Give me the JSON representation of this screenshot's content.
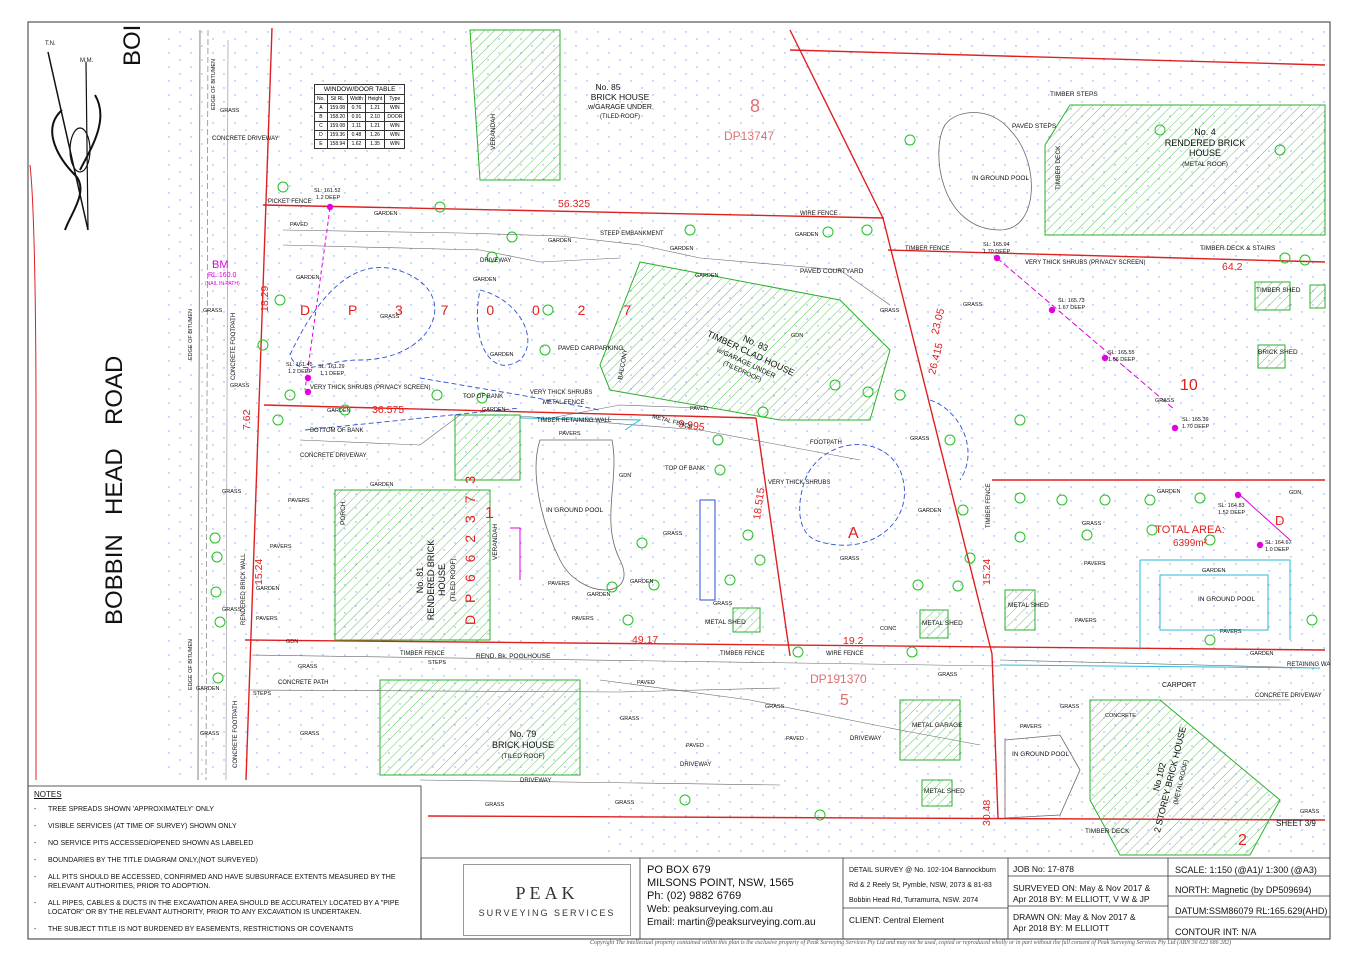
{
  "road": {
    "name_1": "BOBBIN",
    "name_2": "HEAD",
    "name_3": "ROAD",
    "edge_label": "EDGE OF BITUMEN",
    "top_label": "BOI"
  },
  "north": {
    "tn": "T.N.",
    "mn": "M.M."
  },
  "bm": {
    "label": "BM",
    "rl": "RL:160.0",
    "note": "(NAIL IN PATH)"
  },
  "lots": {
    "dp_main": "D P 3 7 0 0 2 7",
    "lot8": "8",
    "dp_lot8": "DP13747",
    "lot10": "10",
    "lot5": "5",
    "dp_lot5": "DP191370",
    "lot1": "1",
    "dp_lot1": "D P 6 6 2 3 7 3",
    "lotA": "A",
    "lotD": "D",
    "lot2": "2"
  },
  "boundary_dims": [
    "56.325",
    "18.29",
    "36.575",
    "7.62",
    "9.995",
    "18.515",
    "15.24",
    "49.17",
    "19.2",
    "26.415",
    "23.05",
    "64.2",
    "15.24",
    "30.48"
  ],
  "buildings": {
    "no85": [
      "No. 85",
      "BRICK HOUSE",
      "w/GARAGE UNDER",
      "(TILED ROOF)"
    ],
    "no83": [
      "No. 83",
      "TIMBER CLAD HOUSE",
      "w/GARAGE UNDER",
      "(TILEDROOF)"
    ],
    "no4": [
      "No. 4",
      "RENDERED BRICK",
      "HOUSE",
      "(METAL ROOF)"
    ],
    "no81": [
      "No. 81",
      "RENDERED BRICK",
      "HOUSE",
      "(TILED ROOF)"
    ],
    "no79": [
      "No. 79",
      "BRICK HOUSE",
      "(TILED ROOF)"
    ],
    "no102": [
      "No 102",
      "2 STOREY BRICK HOUSE",
      "(METAL ROOF)"
    ]
  },
  "features": {
    "pool1": "IN GROUND POOL",
    "pool2": "IN GROUND POOL",
    "pool3": "IN GROUND POOL",
    "pool4": "IN GROUND POOL",
    "timber_shed": "TIMBER SHED",
    "brick_shed": "BRICK SHED",
    "metal_shed": "METAL SHED",
    "metal_garage": "METAL GARAGE",
    "carport": "CARPORT",
    "poolhouse": "REND. Bk. POOLHOUSE",
    "timber_steps": "TIMBER STEPS",
    "paved_steps": "PAVED STEPS",
    "timber_deck": "TIMBER DECK",
    "timber_deck_stairs": "TIMBER DECK & STAIRS",
    "paved_courtyard": "PAVED COURTYARD",
    "paved_carparking": "PAVED CARPARKING",
    "porch": "PORCH",
    "verandah": "VERANDAH",
    "balcony": "BALCONY"
  },
  "fences": {
    "picket": "PICKET FENCE",
    "wire": "WIRE FENCE",
    "timber": "TIMBER FENCE",
    "metal": "METAL FENCE",
    "timber_retaining": "TIMBER RETAINING WALL",
    "rendered_brick_wall": "RENDERED BRICK WALL",
    "shrubs_privacy": "VERY THICK SHRUBS (PRIVACY SCREEN)",
    "very_thick_shrubs": "VERY THICK SHRUBS",
    "steep_embankment": "STEEP EMBANKMENT",
    "top_of_bank": "TOP OF BANK",
    "bottom_of_bank": "BOTTOM OF BANK",
    "concrete_driveway": "CONCRETE DRIVEWAY",
    "driveway": "DRIVEWAY",
    "concrete_path": "CONCRETE PATH",
    "concrete_footpath": "CONCRETE FOOTPATH",
    "footpath": "FOOTPATH",
    "retaining_wall": "RETAINING WA"
  },
  "surface_labels": {
    "grass": "GRASS",
    "garden": "GARDEN",
    "paved": "PAVED",
    "pavers": "PAVERS",
    "gdn": "GDN",
    "steps": "STEPS",
    "concrete": "CONCRETE",
    "conc": "CONC"
  },
  "pits": [
    {
      "sl": "SL: 161.52",
      "depth": "1.2 DEEP"
    },
    {
      "sl": "SL: 161.45",
      "depth": "1.2 DEEP"
    },
    {
      "sl": "SL: 161.29",
      "depth": "1.1 DEEP"
    },
    {
      "sl": "SL: 165.94",
      "depth": "1.70 DEEP"
    },
    {
      "sl": "SL: 165.73",
      "depth": "1.67 DEEP"
    },
    {
      "sl": "SL: 165.55",
      "depth": "1.66 DEEP"
    },
    {
      "sl": "SL: 165.39",
      "depth": "1.70 DEEP"
    },
    {
      "sl": "SL: 164.83",
      "depth": "1.52 DEEP"
    },
    {
      "sl": "SL: 164.67",
      "depth": "1.0 DEEP"
    }
  ],
  "total_area": {
    "label": "TOTAL AREA:",
    "value": "6399m²"
  },
  "window_table": {
    "title": "WINDOW/DOOR TABLE",
    "headers": [
      "No.",
      "Sil RL",
      "Width",
      "Height",
      "Type"
    ],
    "rows": [
      [
        "A",
        "159.08",
        "0.76",
        "1.21",
        "WIN"
      ],
      [
        "B",
        "158.20",
        "0.91",
        "2.10",
        "DOOR"
      ],
      [
        "C",
        "159.08",
        "1.11",
        "1.21",
        "WIN"
      ],
      [
        "D",
        "159.36",
        "0.48",
        "1.26",
        "WIN"
      ],
      [
        "E",
        "158.94",
        "1.62",
        "1.35",
        "WIN"
      ]
    ]
  },
  "notes": {
    "heading": "NOTES",
    "items": [
      "TREE SPREADS SHOWN 'APPROXIMATELY' ONLY",
      "VISIBLE SERVICES (AT TIME OF SURVEY) SHOWN ONLY",
      "NO SERVICE PITS ACCESSED/OPENED SHOWN AS LABELED",
      "BOUNDARIES  BY THE TITLE DIAGRAM ONLY,(NOT SURVEYED)",
      "ALL PITS SHOULD BE ACCESSED, CONFIRMED AND HAVE SUBSURFACE EXTENTS MEASURED BY THE RELEVANT AUTHORITIES, PRIOR TO ADOPTION.",
      "ALL PIPES, CABLES & DUCTS IN THE EXCAVATION AREA SHOULD BE ACCURATELY LOCATED BY A \"PIPE LOCATOR\" OR BY THE RELEVANT AUTHORITY, PRIOR TO ANY EXCAVATION IS UNDERTAKEN.",
      "THE SUBJECT TITLE IS NOT BURDENED BY EASEMENTS, RESTRICTIONS OR COVENANTS"
    ]
  },
  "title_block": {
    "logo_name": "PEAK",
    "logo_sub": "SURVEYING  SERVICES",
    "po_box": "PO BOX 679",
    "suburb": "MILSONS POINT, NSW, 1565",
    "phone": "Ph:  (02) 9882 6769",
    "web": "Web:  peaksurveying.com.au",
    "email": "Email: martin@peaksurveying.com.au",
    "detail_1": "DETAIL SURVEY @ No. 102-104 Bannockburn",
    "detail_2": "Rd & 2 Reely St, Pymble, NSW, 2073 & 81-83",
    "detail_3": "Bobbin Head Rd, Turramurra, NSW. 2074",
    "client": "CLIENT: Central Element",
    "job": "JOB No: 17-878",
    "surveyed_1": "SURVEYED ON: May & Nov 2017 &",
    "surveyed_2": "Apr 2018 BY: M ELLIOTT, V W & JP",
    "drawn_1": "DRAWN ON: May & Nov 2017 &",
    "drawn_2": "Apr 2018 BY: M ELLIOTT",
    "scale": "SCALE: 1:150 (@A1)/ 1:300 (@A3)",
    "north": "NORTH: Magnetic (by DP509694)",
    "datum": "DATUM:SSM86079 RL:165.629(AHD)",
    "contour": "CONTOUR INT: N/A",
    "sheet": "SHEET 3/9"
  },
  "copyright": "Copyright  The intellectual property contained within this plan is the exclusive property of Peak Surveying Services Pty Ltd and may not be used, copied or reproduced wholly or in part without the full consent of Peak Surveying Services Pty Ltd (ABN 36 622 686 282)",
  "colors": {
    "boundary": "#e02020",
    "building": "#2bb02b",
    "services": "#2a4fd6",
    "pit": "#e000e0",
    "tree": "#22c022",
    "lines": "#555555",
    "text": "#111111"
  }
}
